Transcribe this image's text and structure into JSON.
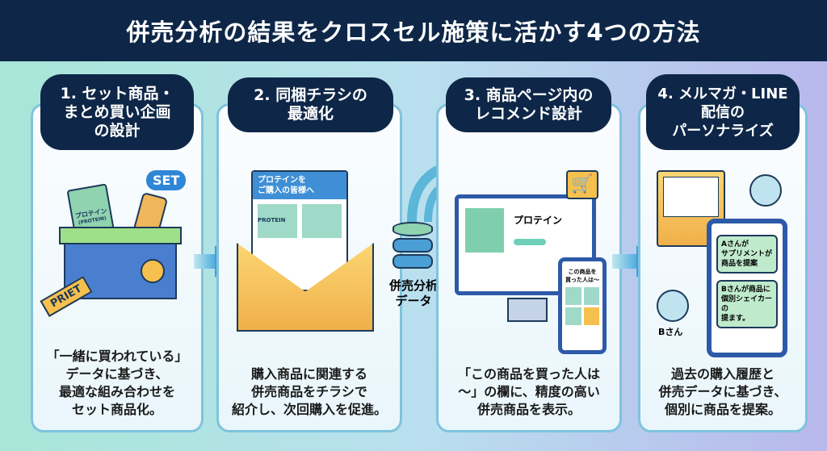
{
  "title": "併売分析の結果をクロスセル施策に活かす4つの方法",
  "center": {
    "label_lines": [
      "併売分析",
      "データ"
    ]
  },
  "panels": [
    {
      "heading_lines": [
        "1. セット商品・",
        "まとめ買い企画",
        "の設計"
      ],
      "illustration": {
        "bag_label": "プロテイン",
        "bag_sublabel": "(PROTEIN)",
        "badge": "SET",
        "tag": "PRIET"
      },
      "desc_lines": [
        "「一緒に買われている」",
        "データに基づき、",
        "最適な組み合わせを",
        "セット商品化。"
      ]
    },
    {
      "heading_lines": [
        "2. 同梱チラシの",
        "最適化"
      ],
      "illustration": {
        "flyer_title_lines": [
          "プロテインを",
          "ご購入の皆様へ"
        ],
        "product_label": "PROTEIN"
      },
      "desc_lines": [
        "購入商品に関連する",
        "併売商品をチラシで",
        "紹介し、次回購入を促進。"
      ]
    },
    {
      "heading_lines": [
        "3. 商品ページ内の",
        "レコメンド設計"
      ],
      "illustration": {
        "product_name": "プロテイン",
        "phone_lines": [
          "この商品を",
          "買った人は〜"
        ]
      },
      "desc_lines": [
        "「この商品を買った人は",
        "〜」の欄に、精度の高い",
        "併売商品を表示。"
      ]
    },
    {
      "heading_lines": [
        "4. メルマガ・LINE",
        "配信の",
        "パーソナライズ"
      ],
      "illustration": {
        "bubble_a_lines": [
          "Aさんが",
          "サプリメントが",
          "商品を提案"
        ],
        "bubble_b_lines": [
          "Bさんが商品に",
          "個別シェイカーの",
          "提ます。"
        ],
        "person_b": "Bさん"
      },
      "desc_lines": [
        "過去の購入履歴と",
        "併売データに基づき、",
        "個別に商品を提案。"
      ]
    }
  ],
  "colors": {
    "navy": "#0e2748",
    "accent_blue": "#3f9fdc",
    "panel_border": "#7fc3de",
    "yellow": "#f5c04e",
    "green": "#7fd39a"
  }
}
